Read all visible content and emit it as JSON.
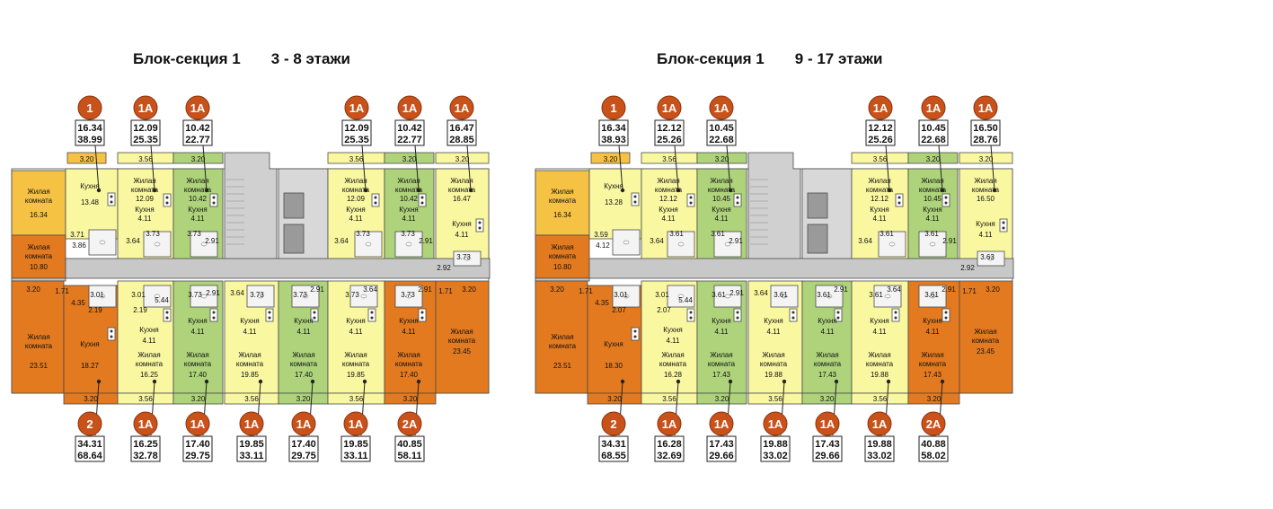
{
  "plans": [
    {
      "title_block": "Блок-секция 1",
      "title_floors": "3 - 8 этажи",
      "top_apts": [
        {
          "badge": "1",
          "a": "16.34",
          "b": "38.99"
        },
        {
          "badge": "1А",
          "a": "12.09",
          "b": "25.35"
        },
        {
          "badge": "1А",
          "a": "10.42",
          "b": "22.77"
        },
        {
          "badge": "1А",
          "a": "12.09",
          "b": "25.35"
        },
        {
          "badge": "1А",
          "a": "10.42",
          "b": "22.77"
        },
        {
          "badge": "1А",
          "a": "16.47",
          "b": "28.85"
        }
      ],
      "bottom_apts": [
        {
          "badge": "2",
          "a": "34.31",
          "b": "68.64"
        },
        {
          "badge": "1А",
          "a": "16.25",
          "b": "32.78"
        },
        {
          "badge": "1А",
          "a": "17.40",
          "b": "29.75"
        },
        {
          "badge": "1А",
          "a": "19.85",
          "b": "33.11"
        },
        {
          "badge": "1А",
          "a": "17.40",
          "b": "29.75"
        },
        {
          "badge": "1А",
          "a": "19.85",
          "b": "33.11"
        },
        {
          "badge": "2А",
          "a": "40.85",
          "b": "58.11"
        }
      ],
      "rooms": {
        "r1_living": "16.34",
        "r1_kitchen": "13.48",
        "r2_living": "12.09",
        "r2_kitchen": "4.11",
        "r3_living": "10.42",
        "r3_kitchen": "4.11",
        "r4_living": "12.09",
        "r4_kitchen": "4.11",
        "r5_living": "10.42",
        "r5_kitchen": "4.11",
        "r6_living": "16.47",
        "r6_kitchen": "4.11",
        "b1_living": "10.80",
        "b1_living2": "23.51",
        "b1_kitchen": "18.27",
        "b2_kitchen": "4.11",
        "b2_living": "16.25",
        "b3_kitchen": "4.11",
        "b3_living": "17.40",
        "b4_kitchen": "4.11",
        "b4_living": "19.85",
        "b5_kitchen": "4.11",
        "b5_living": "17.40",
        "b6_kitchen": "4.11",
        "b6_living": "19.85",
        "b7_kitchen": "4.11",
        "b7_living": "17.40",
        "b8_living": "23.45"
      },
      "dims": {
        "top_w1": "3.20",
        "top_w2": "3.56",
        "top_w3": "3.20",
        "top_w4": "3.56",
        "top_w5": "3.20",
        "top_w6": "3.20",
        "bot_w1": "3.20",
        "bot_w2": "3.56",
        "bot_w3": "3.20",
        "bot_w4": "3.56",
        "bot_w5": "3.20",
        "bot_w6": "3.56",
        "bot_w7": "3.20",
        "bath_a": "3.71",
        "bath_b": "3.86",
        "bath_c": "3.64",
        "bath_d": "3.73",
        "bath_e": "3.73",
        "bath_f": "2.91",
        "bath_g": "3.64",
        "bath_h": "3.73",
        "bath_i": "3.73",
        "bath_j": "2.91",
        "bath_k": "2.92",
        "bath_l": "3.73",
        "l_a": "3.20",
        "l_b": "1.71",
        "l_c": "4.35",
        "l_d": "3.01",
        "l_e": "3.01",
        "l_f": "5.44",
        "l_g": "2.19",
        "l_h": "2.19",
        "m_a": "3.73",
        "m_b": "2.91",
        "m_c": "3.64",
        "m_d": "3.73",
        "m_e": "3.73",
        "m_f": "2.91",
        "m_g": "3.73",
        "m_h": "3.64",
        "m_i": "3.73",
        "m_j": "2.91",
        "r_a": "1.71",
        "r_b": "3.20"
      }
    },
    {
      "title_block": "Блок-секция 1",
      "title_floors": "9 - 17 этажи",
      "top_apts": [
        {
          "badge": "1",
          "a": "16.34",
          "b": "38.93"
        },
        {
          "badge": "1А",
          "a": "12.12",
          "b": "25.26"
        },
        {
          "badge": "1А",
          "a": "10.45",
          "b": "22.68"
        },
        {
          "badge": "1А",
          "a": "12.12",
          "b": "25.26"
        },
        {
          "badge": "1А",
          "a": "10.45",
          "b": "22.68"
        },
        {
          "badge": "1А",
          "a": "16.50",
          "b": "28.76"
        }
      ],
      "bottom_apts": [
        {
          "badge": "2",
          "a": "34.31",
          "b": "68.55"
        },
        {
          "badge": "1А",
          "a": "16.28",
          "b": "32.69"
        },
        {
          "badge": "1А",
          "a": "17.43",
          "b": "29.66"
        },
        {
          "badge": "1А",
          "a": "19.88",
          "b": "33.02"
        },
        {
          "badge": "1А",
          "a": "17.43",
          "b": "29.66"
        },
        {
          "badge": "1А",
          "a": "19.88",
          "b": "33.02"
        },
        {
          "badge": "2А",
          "a": "40.88",
          "b": "58.02"
        }
      ],
      "rooms": {
        "r1_living": "16.34",
        "r1_kitchen": "13.28",
        "r2_living": "12.12",
        "r2_kitchen": "4.11",
        "r3_living": "10.45",
        "r3_kitchen": "4.11",
        "r4_living": "12.12",
        "r4_kitchen": "4.11",
        "r5_living": "10.45",
        "r5_kitchen": "4.11",
        "r6_living": "16.50",
        "r6_kitchen": "4.11",
        "b1_living": "10.80",
        "b1_living2": "23.51",
        "b1_kitchen": "18.30",
        "b2_kitchen": "4.11",
        "b2_living": "16.28",
        "b3_kitchen": "4.11",
        "b3_living": "17.43",
        "b4_kitchen": "4.11",
        "b4_living": "19.88",
        "b5_kitchen": "4.11",
        "b5_living": "17.43",
        "b6_kitchen": "4.11",
        "b6_living": "19.88",
        "b7_kitchen": "4.11",
        "b7_living": "17.43",
        "b8_living": "23.45"
      },
      "dims": {
        "top_w1": "3.20",
        "top_w2": "3.56",
        "top_w3": "3.20",
        "top_w4": "3.56",
        "top_w5": "3.20",
        "top_w6": "3.20",
        "bot_w1": "3.20",
        "bot_w2": "3.56",
        "bot_w3": "3.20",
        "bot_w4": "3.56",
        "bot_w5": "3.20",
        "bot_w6": "3.56",
        "bot_w7": "3.20",
        "bath_a": "3.59",
        "bath_b": "4.12",
        "bath_c": "3.64",
        "bath_d": "3.61",
        "bath_e": "3.61",
        "bath_f": "2.91",
        "bath_g": "3.64",
        "bath_h": "3.61",
        "bath_i": "3.61",
        "bath_j": "2.91",
        "bath_k": "2.92",
        "bath_l": "3.63",
        "l_a": "3.20",
        "l_b": "1.71",
        "l_c": "4.35",
        "l_d": "3.01",
        "l_e": "3.01",
        "l_f": "5.44",
        "l_g": "2.07",
        "l_h": "2.07",
        "m_a": "3.61",
        "m_b": "2.91",
        "m_c": "3.64",
        "m_d": "3.61",
        "m_e": "3.61",
        "m_f": "2.91",
        "m_g": "3.61",
        "m_h": "3.64",
        "m_i": "3.61",
        "m_j": "2.91",
        "r_a": "1.71",
        "r_b": "3.20"
      }
    }
  ],
  "labels": {
    "living": "Жилая комната",
    "living1": "Жилая",
    "living2": "комната",
    "kitchen": "Кухня"
  },
  "colors": {
    "orange": "#e47a1f",
    "yellow_orange": "#f6c244",
    "light_yellow": "#f9f7a0",
    "green": "#aed37a",
    "corridor": "#c8c8c8",
    "badge": "#c9521a",
    "wall": "#4a4a4a"
  }
}
